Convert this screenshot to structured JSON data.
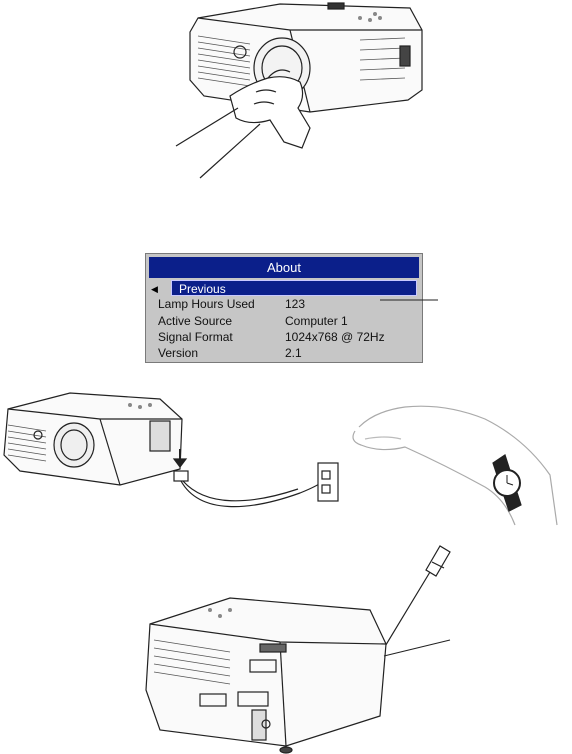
{
  "menu": {
    "title": "About",
    "previous": "Previous",
    "rows": [
      {
        "label": "Lamp Hours Used",
        "value": "123"
      },
      {
        "label": "Active Source",
        "value": "Computer 1"
      },
      {
        "label": "Signal Format",
        "value": "1024x768 @ 72Hz"
      },
      {
        "label": "Version",
        "value": "2.1"
      }
    ]
  }
}
